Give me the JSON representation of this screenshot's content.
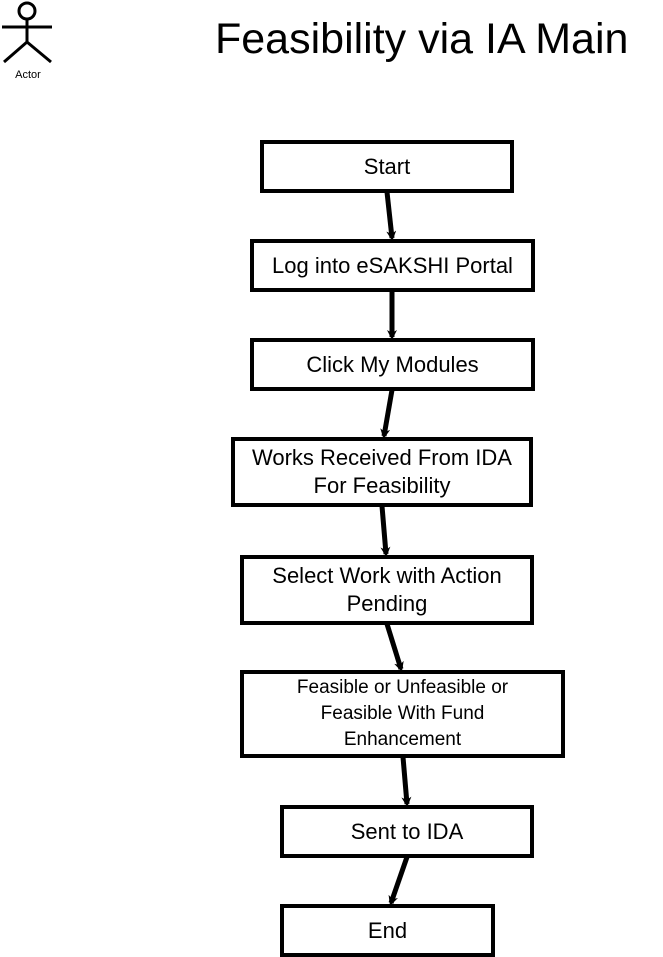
{
  "actor": {
    "label": "Actor"
  },
  "title": "Feasibility via IA Main",
  "steps": [
    {
      "label": "Start"
    },
    {
      "label": "Log into eSAKSHI Portal"
    },
    {
      "label": "Click My Modules"
    },
    {
      "label": "Works Received From IDA For Feasibility"
    },
    {
      "label": "Select Work with Action Pending"
    },
    {
      "label": "Feasible or Unfeasible or Feasible With Fund Enhancement"
    },
    {
      "label": "Sent to IDA"
    },
    {
      "label": "End"
    }
  ]
}
